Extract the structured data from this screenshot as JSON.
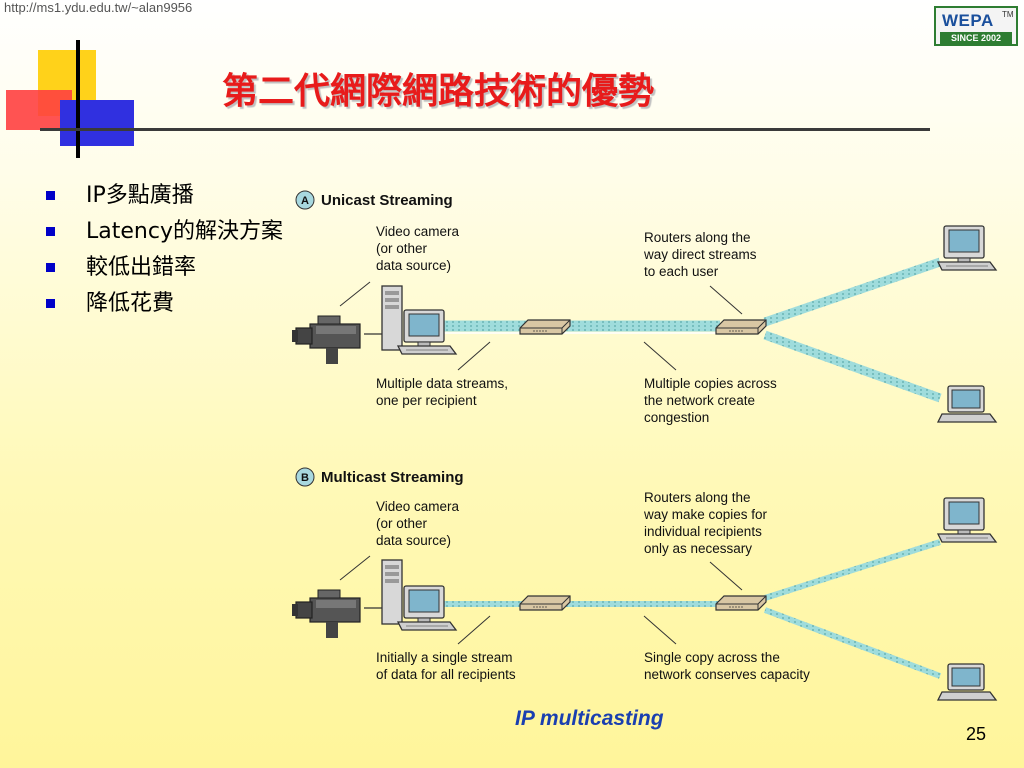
{
  "header": {
    "url_text": "http://ms1.ydu.edu.tw/~alan9956",
    "logo": {
      "name": "WEPA",
      "trademark": "TM",
      "since": "SINCE 2002"
    }
  },
  "title": "第二代網際網路技術的優勢",
  "bullets": [
    "IP多點廣播",
    "Latency的解決方案",
    "較低出錯率",
    "降低花費"
  ],
  "diagram": {
    "unicast": {
      "badge": "A",
      "heading": "Unicast Streaming",
      "source_label": [
        "Video camera",
        "(or other",
        "data source)"
      ],
      "router_label": [
        "Routers along the",
        "way direct streams",
        "to each user"
      ],
      "streams_label": [
        "Multiple data streams,",
        "one per recipient"
      ],
      "copies_label": [
        "Multiple copies across",
        "the network create",
        "congestion"
      ]
    },
    "multicast": {
      "badge": "B",
      "heading": "Multicast Streaming",
      "source_label": [
        "Video camera",
        "(or other",
        "data source)"
      ],
      "router_label": [
        "Routers along the",
        "way make copies for",
        "individual recipients",
        "only as necessary"
      ],
      "streams_label": [
        "Initially a single stream",
        "of data for all recipients"
      ],
      "copies_label": [
        "Single copy across the",
        "network conserves capacity"
      ]
    }
  },
  "caption": "IP multicasting",
  "page_number": "25",
  "colors": {
    "title": "#e81b1b",
    "bullet": "#0000c8",
    "caption": "#1a3fb0",
    "stream": "#8fd3d3"
  }
}
